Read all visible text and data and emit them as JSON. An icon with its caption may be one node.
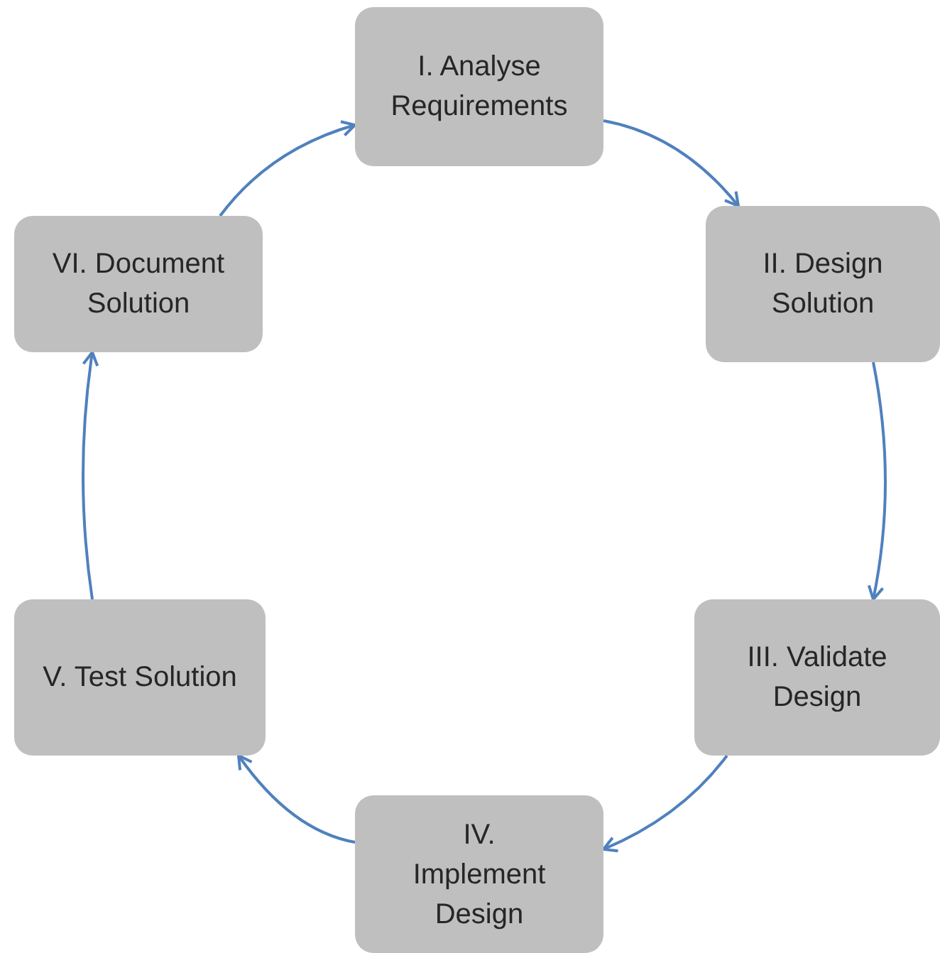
{
  "diagram": {
    "nodes": [
      {
        "text": [
          "I. Analyse Requirements"
        ]
      },
      {
        "text": [
          "II. Design Solution"
        ]
      },
      {
        "text": [
          "III. Validate Design"
        ]
      },
      {
        "text": [
          "IV. Implement Design"
        ]
      },
      {
        "text": [
          "V. Test Solution"
        ]
      },
      {
        "text": [
          "VI. Document Solution"
        ]
      }
    ],
    "edges": [
      {
        "from": 0,
        "to": 1,
        "arrow": "to"
      },
      {
        "from": 1,
        "to": 2,
        "arrow": "to"
      },
      {
        "from": 2,
        "to": 3,
        "arrow": "to"
      },
      {
        "from": 3,
        "to": 4,
        "arrow": "to"
      },
      {
        "from": 4,
        "to": 5,
        "arrow": "to"
      },
      {
        "from": 5,
        "to": 0,
        "arrow": "to"
      }
    ]
  }
}
